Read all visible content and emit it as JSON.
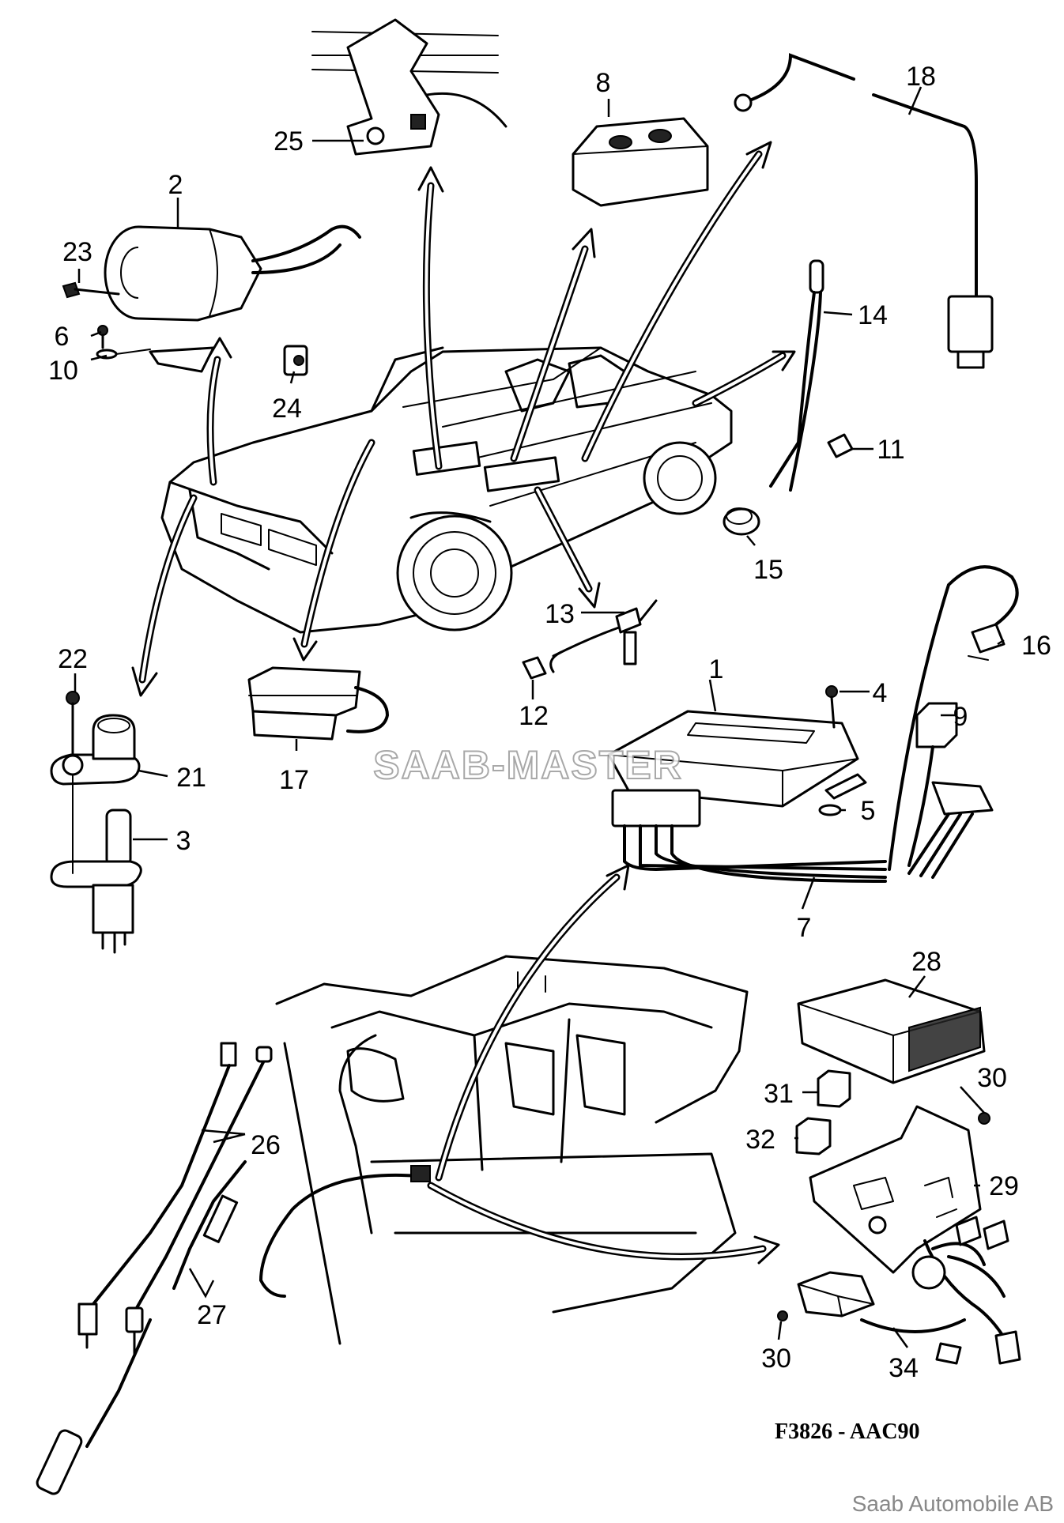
{
  "callouts": [
    {
      "id": "1",
      "text": "1"
    },
    {
      "id": "2",
      "text": "2"
    },
    {
      "id": "3",
      "text": "3"
    },
    {
      "id": "4",
      "text": "4"
    },
    {
      "id": "5",
      "text": "5"
    },
    {
      "id": "6",
      "text": "6"
    },
    {
      "id": "7",
      "text": "7"
    },
    {
      "id": "8",
      "text": "8"
    },
    {
      "id": "9",
      "text": "9"
    },
    {
      "id": "10",
      "text": "10"
    },
    {
      "id": "11",
      "text": "11"
    },
    {
      "id": "12",
      "text": "12"
    },
    {
      "id": "13",
      "text": "13"
    },
    {
      "id": "14",
      "text": "14"
    },
    {
      "id": "15",
      "text": "15"
    },
    {
      "id": "16",
      "text": "16"
    },
    {
      "id": "17",
      "text": "17"
    },
    {
      "id": "18",
      "text": "18"
    },
    {
      "id": "21",
      "text": "21"
    },
    {
      "id": "22",
      "text": "22"
    },
    {
      "id": "23",
      "text": "23"
    },
    {
      "id": "24",
      "text": "24"
    },
    {
      "id": "25",
      "text": "25"
    },
    {
      "id": "26",
      "text": "26"
    },
    {
      "id": "27",
      "text": "27"
    },
    {
      "id": "28",
      "text": "28"
    },
    {
      "id": "29",
      "text": "29"
    },
    {
      "id": "30a",
      "text": "30"
    },
    {
      "id": "30b",
      "text": "30"
    },
    {
      "id": "31",
      "text": "31"
    },
    {
      "id": "32",
      "text": "32"
    },
    {
      "id": "34",
      "text": "34"
    }
  ],
  "reference_code": "F3826 - AAC90",
  "watermark": "SAAB-MASTER",
  "copyright": "Saab Automobile AB"
}
